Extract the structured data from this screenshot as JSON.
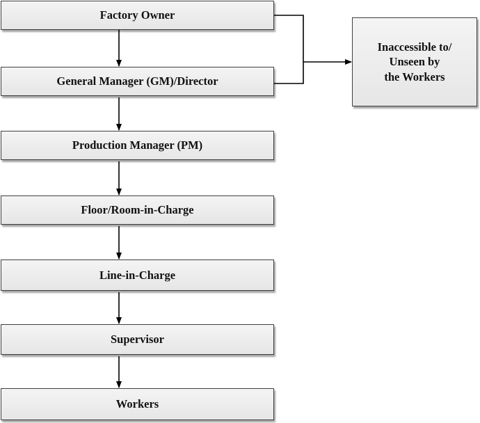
{
  "nodes": {
    "owner": "Factory Owner",
    "gm": "General Manager (GM)/Director",
    "pm": "Production Manager (PM)",
    "floor": "Floor/Room-in-Charge",
    "line": "Line-in-Charge",
    "supervisor": "Supervisor",
    "workers": "Workers",
    "inaccessible": [
      "Inaccessible to/",
      "Unseen by",
      "the Workers"
    ]
  },
  "colors": {
    "box_border": "#3f3f3f",
    "box_fill": "#ececec",
    "connector": "#000000"
  }
}
